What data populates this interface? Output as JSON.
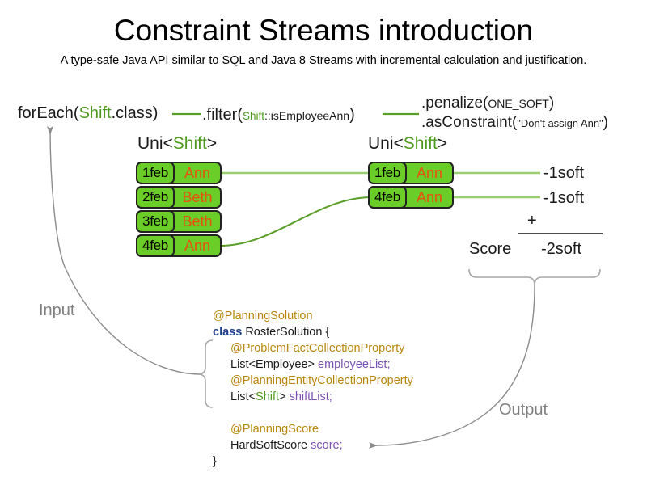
{
  "header": {
    "title": "Constraint Streams introduction",
    "subtitle": "A type-safe Java API similar to SQL and Java 8 Streams with incremental calculation and justification."
  },
  "pipeline": {
    "foreach": {
      "prefix": "forEach(",
      "type": "Shift",
      "suffix": ".class)"
    },
    "filter": {
      "prefix": ".filter(",
      "type": "Shift",
      "method": "::isEmployeeAnn",
      "suffix": ")"
    },
    "penalize": {
      "prefix": ".penalize(",
      "arg": "ONE_SOFT",
      "suffix": ")"
    },
    "as_constraint": {
      "prefix": ".asConstraint(",
      "arg": "\"Don't assign Ann\"",
      "suffix": ")"
    }
  },
  "streams": {
    "left": {
      "label_prefix": "Uni<",
      "label_type": "Shift",
      "label_suffix": ">",
      "rows": [
        {
          "date": "1feb",
          "employee": "Ann"
        },
        {
          "date": "2feb",
          "employee": "Beth"
        },
        {
          "date": "3feb",
          "employee": "Beth"
        },
        {
          "date": "4feb",
          "employee": "Ann"
        }
      ]
    },
    "right": {
      "label_prefix": "Uni<",
      "label_type": "Shift",
      "label_suffix": ">",
      "rows": [
        {
          "date": "1feb",
          "employee": "Ann"
        },
        {
          "date": "4feb",
          "employee": "Ann"
        }
      ]
    }
  },
  "score": {
    "penalties": [
      "-1soft",
      "-1soft"
    ],
    "operator": "+",
    "label": "Score",
    "total": "-2soft"
  },
  "flow": {
    "input_label": "Input",
    "output_label": "Output"
  },
  "code": {
    "lines": [
      {
        "indent": 0,
        "parts": [
          {
            "text": "@PlanningSolution",
            "style": "ann"
          }
        ]
      },
      {
        "indent": 0,
        "parts": [
          {
            "text": "class",
            "style": "kw"
          },
          {
            "text": " RosterSolution {",
            "style": "plain"
          }
        ]
      },
      {
        "indent": 1,
        "parts": [
          {
            "text": "@ProblemFactCollectionProperty",
            "style": "ann"
          }
        ]
      },
      {
        "indent": 1,
        "parts": [
          {
            "text": "List<Employee> ",
            "style": "plain"
          },
          {
            "text": "employeeList",
            "style": "var"
          },
          {
            "text": ";",
            "style": "var"
          }
        ]
      },
      {
        "indent": 1,
        "parts": [
          {
            "text": "@PlanningEntityCollectionProperty",
            "style": "ann"
          }
        ]
      },
      {
        "indent": 1,
        "parts": [
          {
            "text": "List<",
            "style": "plain"
          },
          {
            "text": "Shift",
            "style": "grn"
          },
          {
            "text": "> ",
            "style": "plain"
          },
          {
            "text": "shiftList",
            "style": "var"
          },
          {
            "text": ";",
            "style": "var"
          }
        ]
      },
      {
        "indent": 0,
        "parts": [
          {
            "text": " ",
            "style": "plain"
          }
        ]
      },
      {
        "indent": 1,
        "parts": [
          {
            "text": "@PlanningScore",
            "style": "ann"
          }
        ]
      },
      {
        "indent": 1,
        "parts": [
          {
            "text": "HardSoftScore ",
            "style": "plain"
          },
          {
            "text": "score",
            "style": "var"
          },
          {
            "text": ";",
            "style": "var"
          }
        ]
      },
      {
        "indent": 0,
        "parts": [
          {
            "text": "}",
            "style": "plain"
          }
        ]
      }
    ]
  },
  "colors": {
    "fact_fill": "#6bcd27",
    "fact_border": "#222222",
    "employee_text": "#e8500f",
    "type_green": "#4d9b1e",
    "link_green_light": "#9acd6e",
    "link_green_dark": "#5a9e27",
    "flow_gray": "#808080",
    "annotation": "#b8860b",
    "keyword": "#1f3f8f",
    "variable": "#7a4fb5"
  }
}
